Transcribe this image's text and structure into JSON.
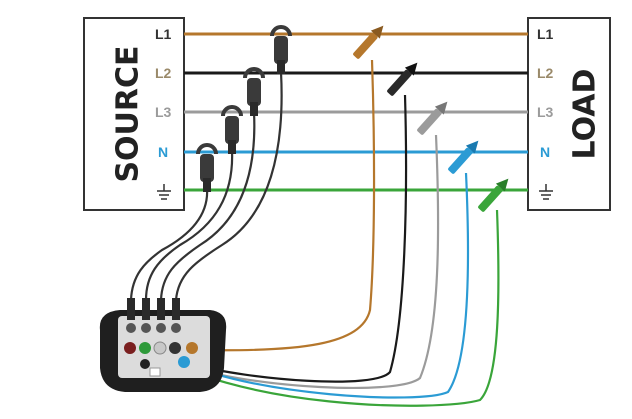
{
  "source_box": {
    "title": "SOURCE"
  },
  "load_box": {
    "title": "LOAD"
  },
  "lines": [
    {
      "id": "l1",
      "label": "L1",
      "color": "#b5772c",
      "label_color": "#333333"
    },
    {
      "id": "l2",
      "label": "L2",
      "color": "#1a1a1a",
      "label_color": "#9a8a6a"
    },
    {
      "id": "l3",
      "label": "L3",
      "color": "#9b9b9b",
      "label_color": "#9b9b9b"
    },
    {
      "id": "n",
      "label": "N",
      "color": "#2b9bd4",
      "label_color": "#2b9bd4"
    },
    {
      "id": "pe",
      "label": "⏚",
      "color": "#3aa53a",
      "label_color": "#333333"
    }
  ],
  "colors": {
    "clamp_body": "#3a3a3a",
    "probe_body": "#2a2a2a",
    "device_body": "#1f1f1f",
    "device_panel": "#dcdcdc",
    "box_border": "#333333"
  },
  "icons": {
    "current_clamp": "current-clamp-icon",
    "voltage_probe": "crocodile-clip-icon",
    "ground": "ground-icon",
    "analyzer": "power-analyzer-device"
  }
}
